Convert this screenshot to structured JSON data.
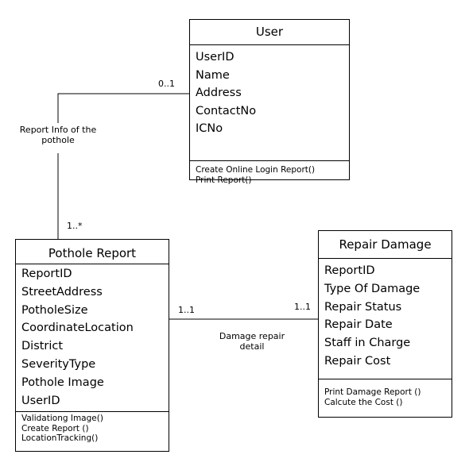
{
  "classes": {
    "user": {
      "name": "User",
      "attributes": [
        "UserID",
        "Name",
        "Address",
        "ContactNo",
        "ICNo"
      ],
      "operations": [
        "Create Online Login Report()",
        "Print Report()"
      ]
    },
    "pothole_report": {
      "name": "Pothole Report",
      "attributes": [
        "ReportID",
        "StreetAddress",
        "PotholeSize",
        "CoordinateLocation",
        "District",
        "SeverityType",
        "Pothole Image",
        "UserID"
      ],
      "operations": [
        "Validationg Image()",
        "Create Report ()",
        "LocationTracking()"
      ]
    },
    "repair_damage": {
      "name": "Repair Damage",
      "attributes": [
        "ReportID",
        "Type Of Damage",
        "Repair Status",
        "Repair Date",
        "Staff in Charge",
        "Repair Cost"
      ],
      "operations": [
        "Print Damage Report ()",
        "Calcute the Cost ()"
      ]
    }
  },
  "associations": {
    "user_report": {
      "label_line1": "Report Info of the",
      "label_line2": "pothole",
      "mult_user": "0..1",
      "mult_report": "1..*"
    },
    "report_repair": {
      "label_line1": "Damage repair",
      "label_line2": "detail",
      "mult_report": "1..1",
      "mult_repair": "1..1"
    }
  }
}
